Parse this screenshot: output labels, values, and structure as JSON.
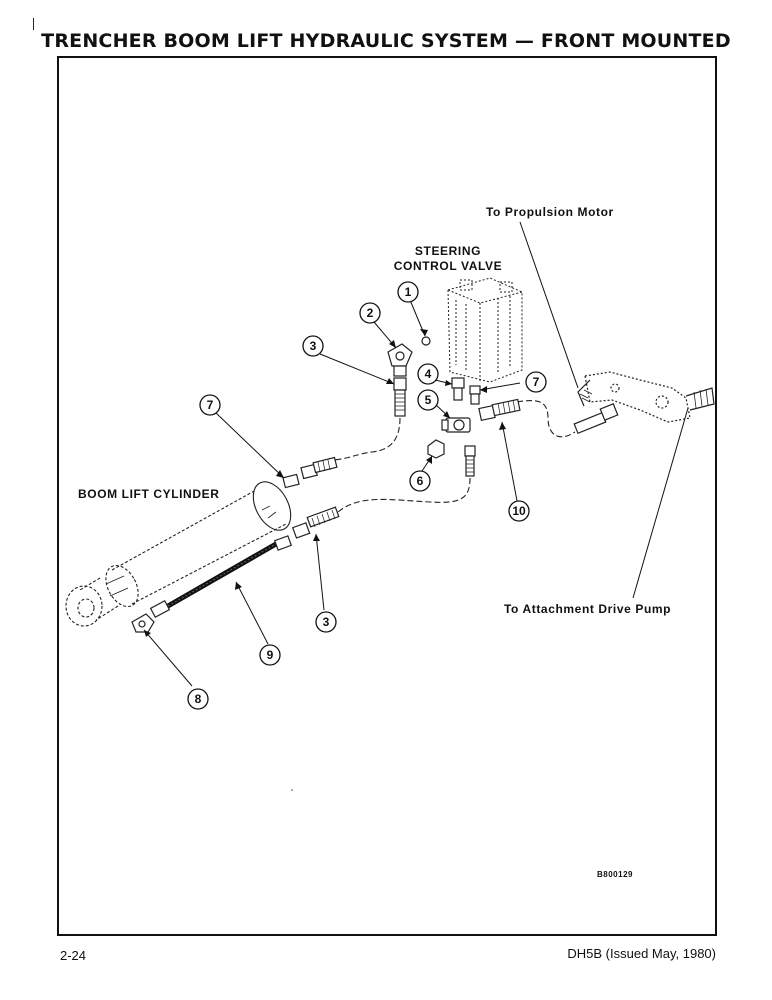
{
  "page": {
    "title": "TRENCHER BOOM LIFT HYDRAULIC SYSTEM — FRONT MOUNTED",
    "page_number": "2-24",
    "document_ref": "DH5B (Issued May, 1980)"
  },
  "diagram": {
    "labels": {
      "propulsion_motor": "To Propulsion Motor",
      "steering_valve_line1": "STEERING",
      "steering_valve_line2": "CONTROL VALVE",
      "boom_lift_cylinder": "BOOM LIFT CYLINDER",
      "attachment_pump": "To Attachment Drive Pump",
      "figure_number": "B800129"
    },
    "callouts": [
      {
        "id": "callout-1",
        "number": "1"
      },
      {
        "id": "callout-2",
        "number": "2"
      },
      {
        "id": "callout-3-top",
        "number": "3"
      },
      {
        "id": "callout-4",
        "number": "4"
      },
      {
        "id": "callout-5",
        "number": "5"
      },
      {
        "id": "callout-6",
        "number": "6"
      },
      {
        "id": "callout-7-left",
        "number": "7"
      },
      {
        "id": "callout-7-right",
        "number": "7"
      },
      {
        "id": "callout-10",
        "number": "10"
      },
      {
        "id": "callout-3-bottom",
        "number": "3"
      },
      {
        "id": "callout-9",
        "number": "9"
      },
      {
        "id": "callout-8",
        "number": "8"
      }
    ]
  }
}
